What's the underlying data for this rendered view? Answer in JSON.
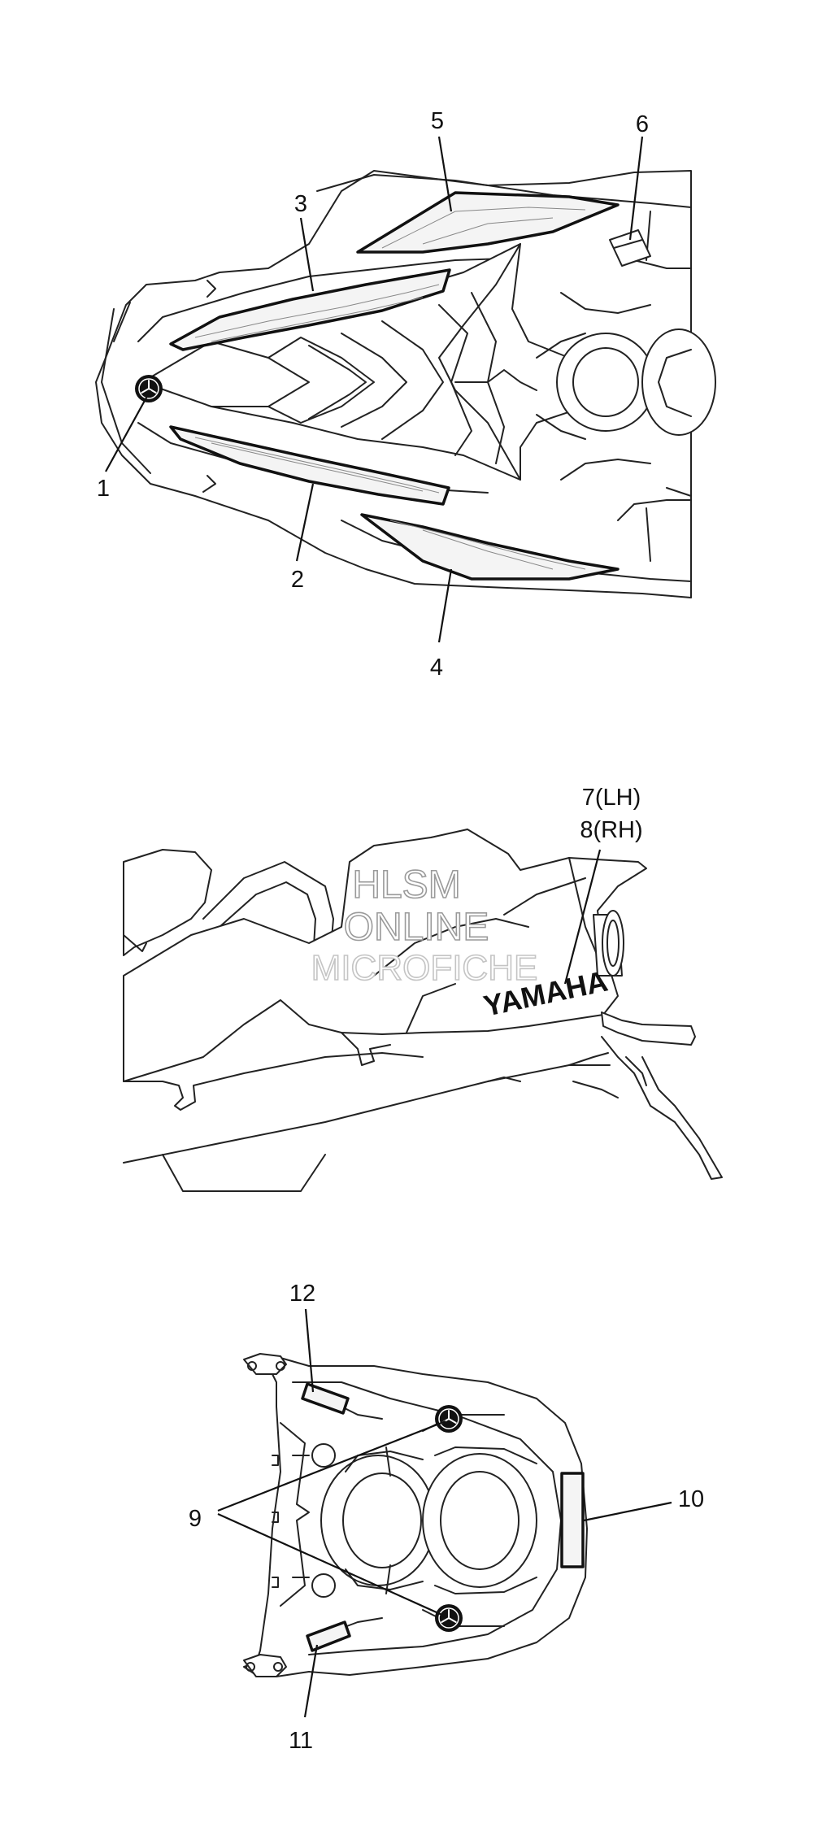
{
  "diagram": {
    "callouts": {
      "c1": "1",
      "c2": "2",
      "c3": "3",
      "c4": "4",
      "c5": "5",
      "c6": "6",
      "c7": "7(LH)",
      "c8": "8(RH)",
      "c9": "9",
      "c10": "10",
      "c11": "11",
      "c12": "12"
    },
    "decal_logo_text": "YAMAHA",
    "watermark": {
      "line1": "HLSM",
      "line2": "ONLINE",
      "line3": "MICROFICHE"
    }
  },
  "colors": {
    "line": "#222222",
    "background": "#ffffff",
    "watermark": "#9a9a9a"
  },
  "icons": [
    "tuning-fork-emblem-icon"
  ]
}
